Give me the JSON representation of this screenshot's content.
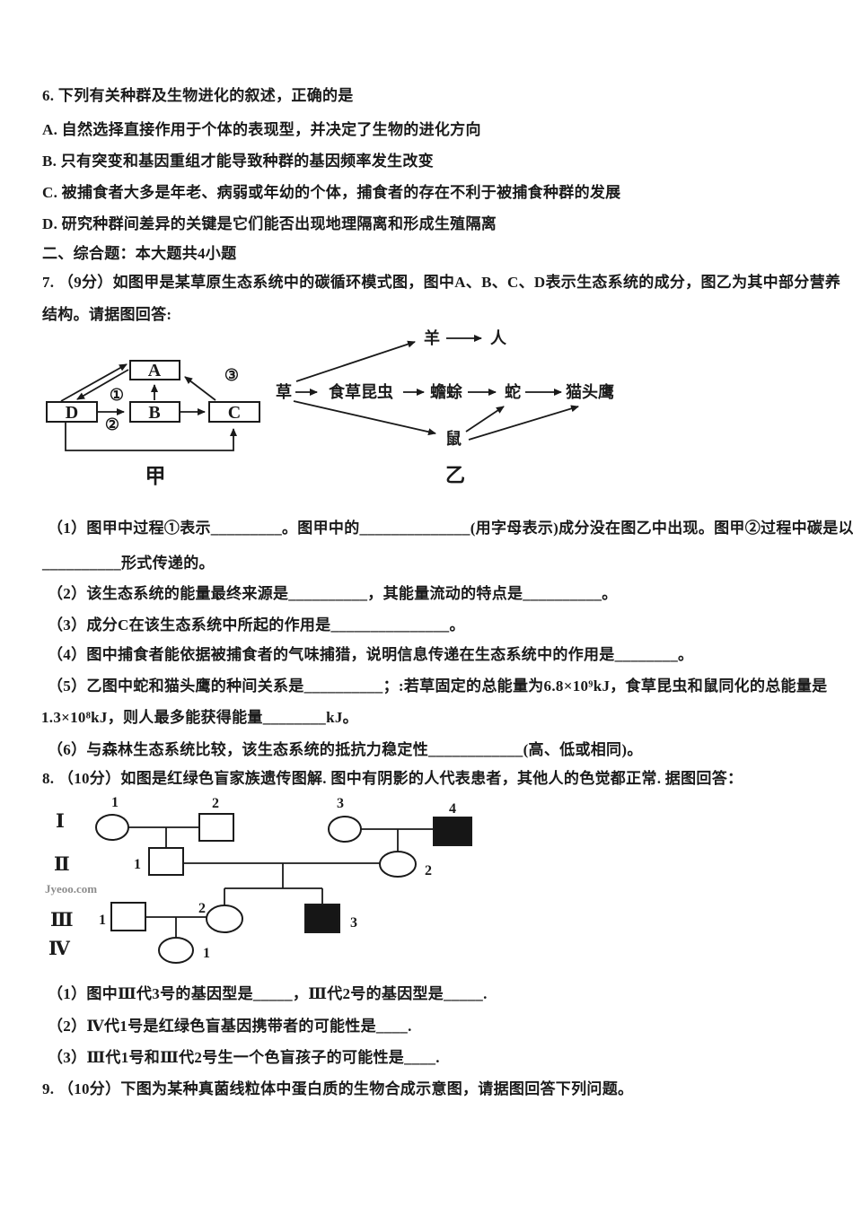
{
  "q6": {
    "stem": "6. 下列有关种群及生物进化的叙述，正确的是",
    "options": [
      "A. 自然选择直接作用于个体的表现型，并决定了生物的进化方向",
      "B. 只有突变和基因重组才能导致种群的基因频率发生改变",
      "C. 被捕食者大多是年老、病弱或年幼的个体，捕食者的存在不利于被捕食种群的发展",
      "D. 研究种群间差异的关键是它们能否出现地理隔离和形成生殖隔离"
    ]
  },
  "section": {
    "title": "二、综合题：本大题共4小题"
  },
  "q7": {
    "stem1": "7. （9分）如图甲是某草原生态系统中的碳循环模式图，图中A、B、C、D表示生态系统的成分，图乙为其中部分营养",
    "stem2": "结构。请据图回答:",
    "jia": {
      "a": "A",
      "b": "B",
      "c": "C",
      "d": "D",
      "n1": "①",
      "n2": "②",
      "n3": "③",
      "caption": "甲"
    },
    "yi": {
      "grass": "草",
      "insect": "食草昆虫",
      "toad": "蟾蜍",
      "snake": "蛇",
      "owl": "猫头鹰",
      "sheep": "羊",
      "human": "人",
      "mouse": "鼠",
      "caption": "乙"
    },
    "s1a": "（1）图甲中过程①表示_________。图甲中的______________(用字母表示)成分没在图乙中出现。图甲②过程中碳是以_",
    "s1b": "__________形式传递的。",
    "s2": "（2）该生态系统的能量最终来源是__________，其能量流动的特点是__________。",
    "s3": "（3）成分C在该生态系统中所起的作用是_______________。",
    "s4": "（4）图中捕食者能依据被捕食者的气味捕猎，说明信息传递在生态系统中的作用是________。",
    "s5a": "（5）乙图中蛇和猫头鹰的种间关系是__________；:若草固定的总能量为6.8×10⁹kJ，食草昆虫和鼠同化的总能量是",
    "s5b": "1.3×10⁸kJ，则人最多能获得能量________kJ。",
    "s6": "（6）与森林生态系统比较，该生态系统的抵抗力稳定性____________(高、低或相同)。"
  },
  "q8": {
    "stem": "8. （10分）如图是红绿色盲家族遗传图解. 图中有阴影的人代表患者，其他人的色觉都正常. 据图回答：",
    "pedigree": {
      "gen1": "Ⅰ",
      "gen2": "Ⅱ",
      "gen3": "Ⅲ",
      "gen4": "Ⅳ",
      "i1": "1",
      "i2": "2",
      "i3": "3",
      "i4": "4",
      "ii1": "1",
      "ii2": "2",
      "iii1": "1",
      "iii2": "2",
      "iii3": "3",
      "iv1": "1"
    },
    "s1": "（1）图中Ⅲ代3号的基因型是_____，Ⅲ代2号的基因型是_____.",
    "s2": "（2）Ⅳ代1号是红绿色盲基因携带者的可能性是____.",
    "s3": "（3）Ⅲ代1号和Ⅲ代2号生一个色盲孩子的可能性是____."
  },
  "q9": {
    "stem": "9. （10分）下图为某种真菌线粒体中蛋白质的生物合成示意图，请据图回答下列问题。"
  },
  "watermark": "Jyeoo.com"
}
